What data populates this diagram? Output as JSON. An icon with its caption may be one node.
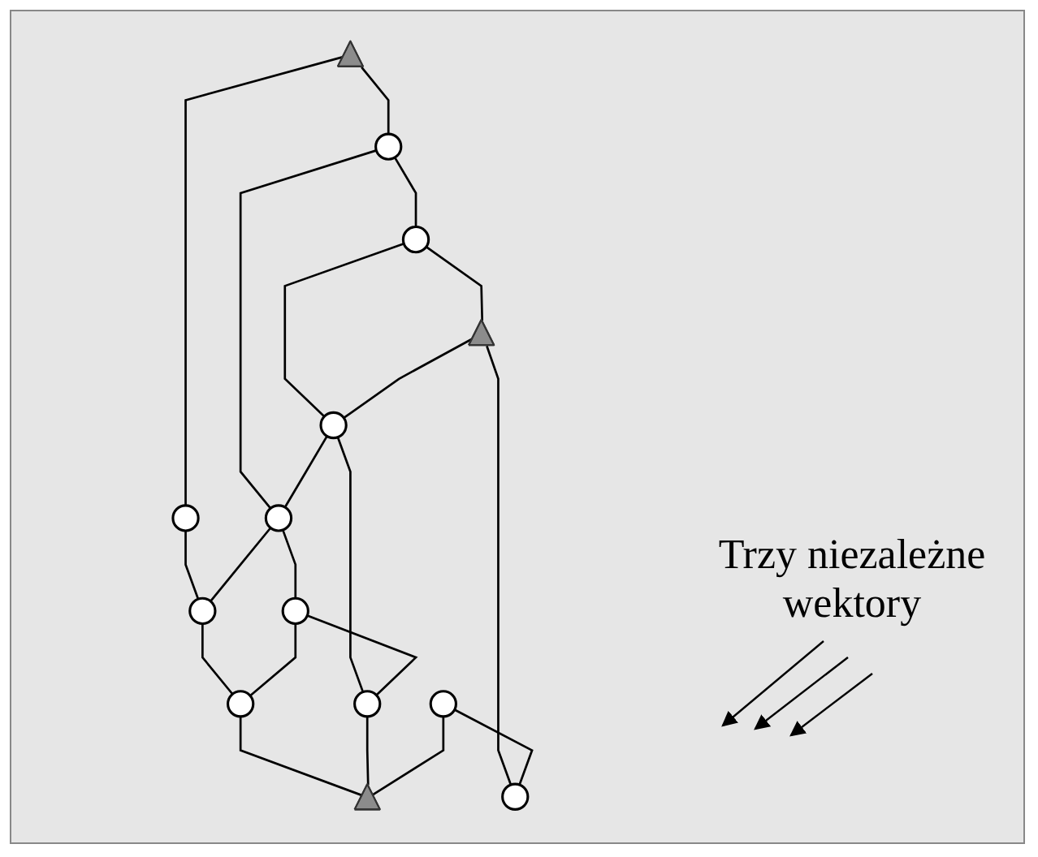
{
  "diagram": {
    "nodes": [
      {
        "text": [],
        "shape": "circle"
      },
      {
        "text": [],
        "shape": "triangle"
      },
      {
        "text": [],
        "shape": "triangle"
      },
      {
        "text": [],
        "shape": "circle"
      },
      {
        "text": [],
        "shape": "circle"
      },
      {
        "text": [],
        "shape": "circle"
      },
      {
        "text": [],
        "shape": "circle"
      },
      {
        "text": [],
        "shape": "circle"
      },
      {
        "text": [],
        "shape": "circle"
      },
      {
        "text": [],
        "shape": "circle"
      },
      {
        "text": [],
        "shape": "circle"
      },
      {
        "text": [],
        "shape": "circle"
      },
      {
        "text": [],
        "shape": "circle"
      },
      {
        "text": [],
        "shape": "triangle"
      }
    ],
    "edges": [
      {
        "from": 1,
        "to": 3,
        "arrow": "none"
      },
      {
        "from": 1,
        "to": 4,
        "arrow": "none"
      },
      {
        "from": 4,
        "to": 9,
        "arrow": "none"
      },
      {
        "from": 3,
        "to": 0,
        "arrow": "none"
      },
      {
        "from": 3,
        "to": 7,
        "arrow": "none"
      },
      {
        "from": 0,
        "to": 5,
        "arrow": "none"
      },
      {
        "from": 0,
        "to": 2,
        "arrow": "none"
      },
      {
        "from": 2,
        "to": 5,
        "arrow": "none"
      },
      {
        "from": 2,
        "to": 6,
        "arrow": "none"
      },
      {
        "from": 5,
        "to": 7,
        "arrow": "none"
      },
      {
        "from": 5,
        "to": 11,
        "arrow": "none"
      },
      {
        "from": 7,
        "to": 9,
        "arrow": "none"
      },
      {
        "from": 7,
        "to": 10,
        "arrow": "none"
      },
      {
        "from": 9,
        "to": 12,
        "arrow": "none"
      },
      {
        "from": 10,
        "to": 12,
        "arrow": "none"
      },
      {
        "from": 10,
        "to": 11,
        "arrow": "none"
      },
      {
        "from": 12,
        "to": 13,
        "arrow": "none"
      },
      {
        "from": 11,
        "to": 13,
        "arrow": "none"
      },
      {
        "from": 8,
        "to": 6,
        "arrow": "none"
      },
      {
        "from": 8,
        "to": 13,
        "arrow": "none"
      }
    ],
    "labels": [
      "Trzy niezależne wektory"
    ]
  }
}
